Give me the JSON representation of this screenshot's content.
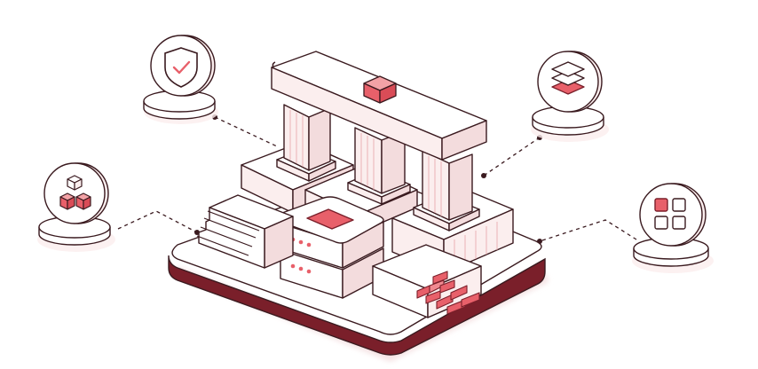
{
  "illustration": {
    "subject": "isometric-architecture-platform",
    "palette": {
      "accent": "#e8606a",
      "accent_light": "#f3c1c4",
      "tint": "#fbeeee",
      "outline": "#3a1a1f",
      "base_dark": "#7a1f2a",
      "background": "#ffffff"
    },
    "badges": [
      {
        "name": "shield-check-badge",
        "icon": "shield-check-icon"
      },
      {
        "name": "layers-badge",
        "icon": "layers-icon"
      },
      {
        "name": "cubes-badge",
        "icon": "cubes-icon"
      },
      {
        "name": "grid-badge",
        "icon": "grid-icon"
      }
    ]
  }
}
